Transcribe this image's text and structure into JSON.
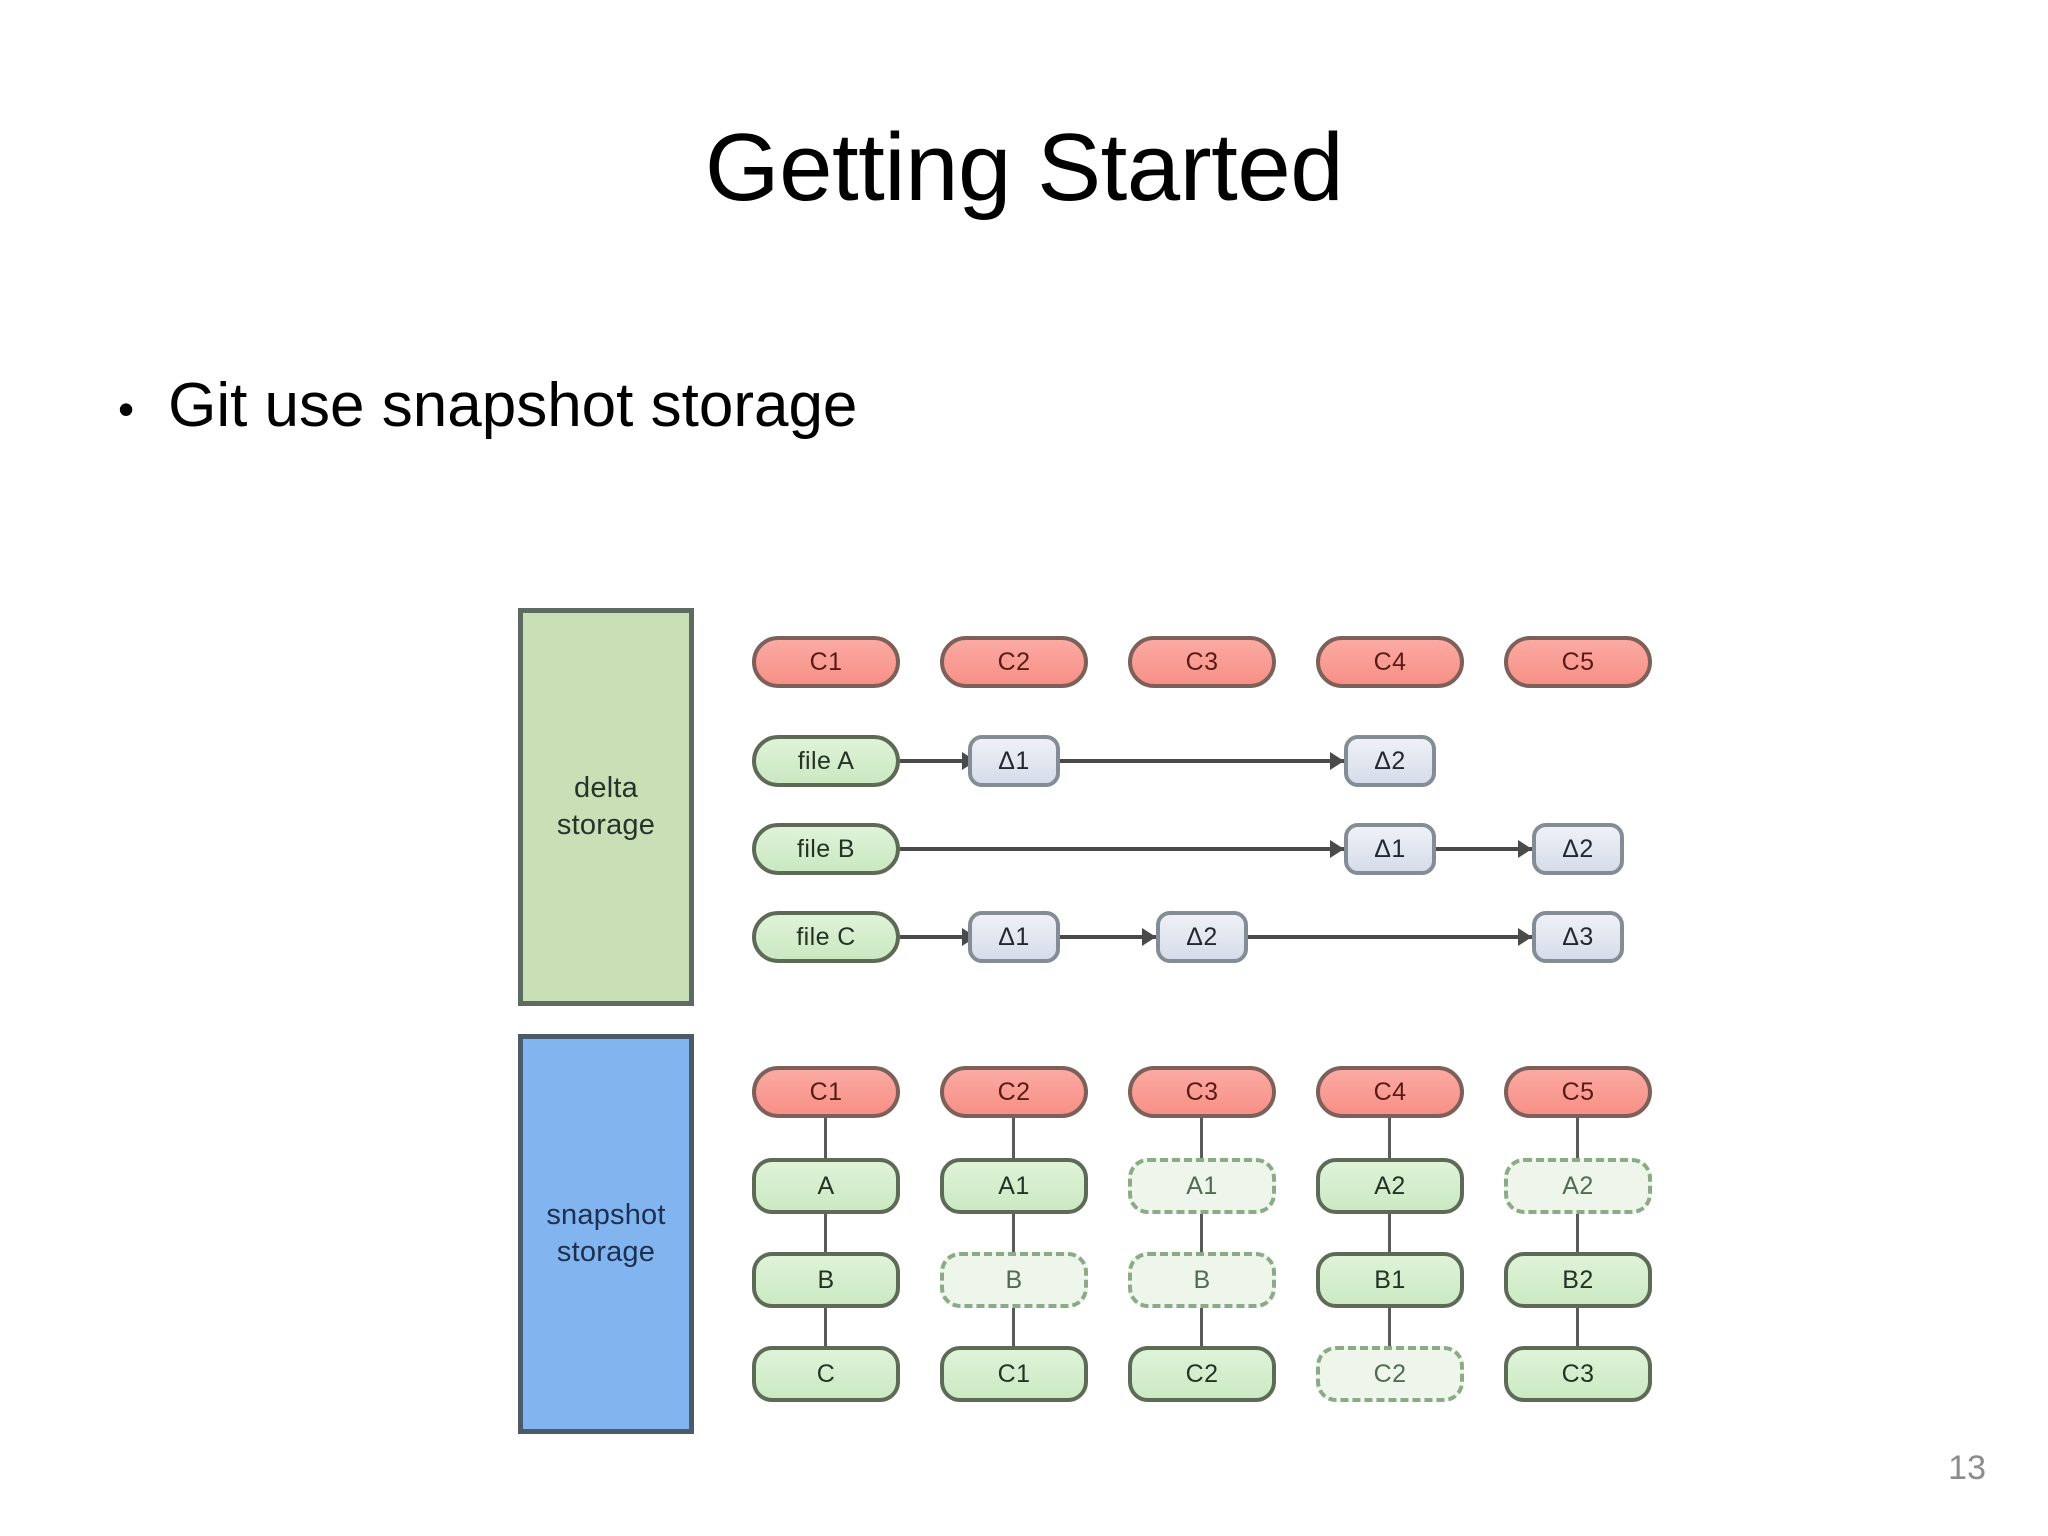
{
  "slide": {
    "title": "Getting Started",
    "page_number": "13",
    "bullets": [
      {
        "marker": "•",
        "text": "Git use snapshot storage"
      }
    ]
  },
  "diagram": {
    "panels": {
      "delta": {
        "label_line1": "delta",
        "label_line2": "storage",
        "color": "#c9e0b7"
      },
      "snapshot": {
        "label_line1": "snapshot",
        "label_line2": "storage",
        "color": "#82b4f0"
      }
    },
    "colors": {
      "commit_fill": "#f79087",
      "commit_border": "#7d6059",
      "file_fill": "#cae8c2",
      "file_border": "#5d6b56",
      "delta_fill": "#d6dde9",
      "delta_border": "#848c96",
      "ghost_fill": "#eef6ec",
      "ghost_border": "#8aab86",
      "connector": "#4a4a4a"
    },
    "delta_section": {
      "commits": [
        "C1",
        "C2",
        "C3",
        "C4",
        "C5"
      ],
      "rows": [
        {
          "file": "file A",
          "deltas": [
            {
              "column": 2,
              "label": "Δ1"
            },
            {
              "column": 4,
              "label": "Δ2"
            }
          ]
        },
        {
          "file": "file B",
          "deltas": [
            {
              "column": 4,
              "label": "Δ1"
            },
            {
              "column": 5,
              "label": "Δ2"
            }
          ]
        },
        {
          "file": "file C",
          "deltas": [
            {
              "column": 2,
              "label": "Δ1"
            },
            {
              "column": 3,
              "label": "Δ2"
            },
            {
              "column": 5,
              "label": "Δ3"
            }
          ]
        }
      ]
    },
    "snapshot_section": {
      "commits": [
        "C1",
        "C2",
        "C3",
        "C4",
        "C5"
      ],
      "rows": [
        {
          "cells": [
            {
              "label": "A",
              "ghost": false
            },
            {
              "label": "A1",
              "ghost": false
            },
            {
              "label": "A1",
              "ghost": true
            },
            {
              "label": "A2",
              "ghost": false
            },
            {
              "label": "A2",
              "ghost": true
            }
          ]
        },
        {
          "cells": [
            {
              "label": "B",
              "ghost": false
            },
            {
              "label": "B",
              "ghost": true
            },
            {
              "label": "B",
              "ghost": true
            },
            {
              "label": "B1",
              "ghost": false
            },
            {
              "label": "B2",
              "ghost": false
            }
          ]
        },
        {
          "cells": [
            {
              "label": "C",
              "ghost": false
            },
            {
              "label": "C1",
              "ghost": false
            },
            {
              "label": "C2",
              "ghost": false
            },
            {
              "label": "C2",
              "ghost": true
            },
            {
              "label": "C3",
              "ghost": false
            }
          ]
        }
      ]
    }
  }
}
